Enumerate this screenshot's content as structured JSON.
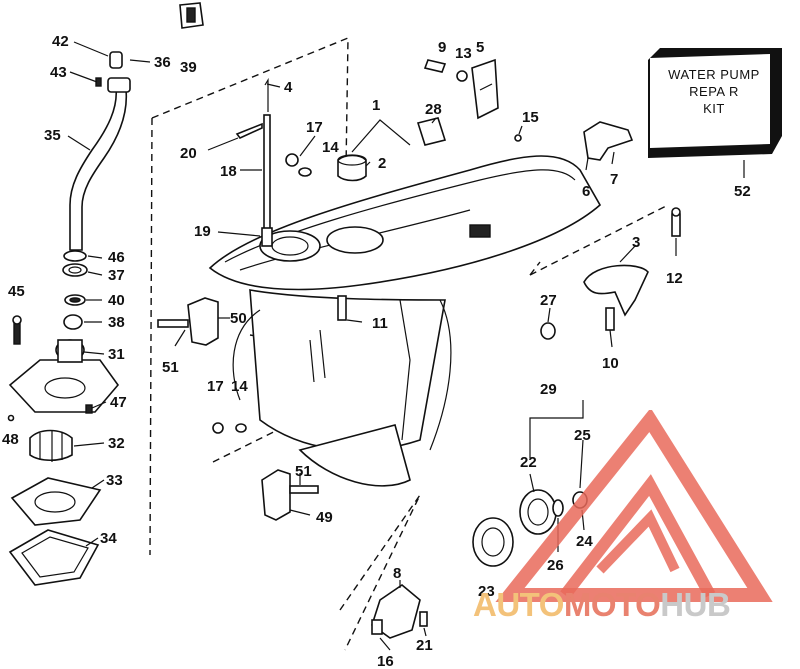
{
  "callouts": [
    "1",
    "2",
    "3",
    "4",
    "5",
    "6",
    "7",
    "8",
    "9",
    "10",
    "11",
    "12",
    "13",
    "14",
    "14",
    "15",
    "16",
    "17",
    "17",
    "18",
    "19",
    "20",
    "21",
    "22",
    "23",
    "24",
    "25",
    "26",
    "27",
    "28",
    "29",
    "31",
    "32",
    "33",
    "34",
    "35",
    "36",
    "37",
    "38",
    "39",
    "40",
    "42",
    "43",
    "45",
    "46",
    "47",
    "48",
    "49",
    "50",
    "51",
    "51",
    "52"
  ],
  "kit_label": {
    "line1": "WATER PUMP",
    "line2": "REPA R",
    "line3": "KIT"
  },
  "watermark": {
    "part1": "AUTO",
    "part2": "MOTO",
    "part3": "HUB"
  },
  "colors": {
    "ink": "#111111",
    "watermark_red": "#e96a5a",
    "watermark_orange": "#f3c27a",
    "watermark_gray": "#c9c9c9"
  }
}
